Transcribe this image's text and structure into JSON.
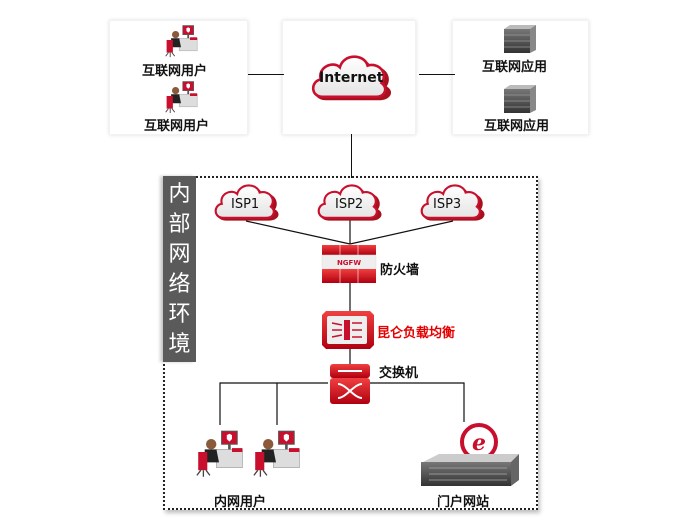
{
  "diagram": {
    "top_row": {
      "internet_users": {
        "items": [
          {
            "label": "互联网用户",
            "icon": "office-user-icon"
          },
          {
            "label": "互联网用户",
            "icon": "office-user-icon"
          }
        ]
      },
      "internet": {
        "label": "Internet",
        "icon": "cloud-icon"
      },
      "internet_apps": {
        "items": [
          {
            "label": "互联网应用",
            "icon": "server-rack-icon"
          },
          {
            "label": "互联网应用",
            "icon": "server-rack-icon"
          }
        ]
      }
    },
    "internal_network": {
      "title_chars": [
        "内",
        "部",
        "网",
        "络",
        "环",
        "境"
      ],
      "isps": [
        {
          "label": "ISP1",
          "icon": "cloud-icon"
        },
        {
          "label": "ISP2",
          "icon": "cloud-icon"
        },
        {
          "label": "ISP3",
          "icon": "cloud-icon"
        }
      ],
      "firewall": {
        "label": "防火墙",
        "badge": "NGFW",
        "icon": "firewall-icon"
      },
      "load_balancer": {
        "label": "昆仑负载均衡",
        "icon": "load-balancer-icon",
        "label_color": "#e60000"
      },
      "switch": {
        "label": "交换机",
        "icon": "switch-icon"
      },
      "intranet_users": {
        "label": "内网用户",
        "icon": "office-user-icon",
        "count": 2
      },
      "portal": {
        "label": "门户网站",
        "icon": "web-server-icon"
      }
    },
    "colors": {
      "accent": "#c8102e",
      "sidebar": "#5a5a5a"
    }
  }
}
